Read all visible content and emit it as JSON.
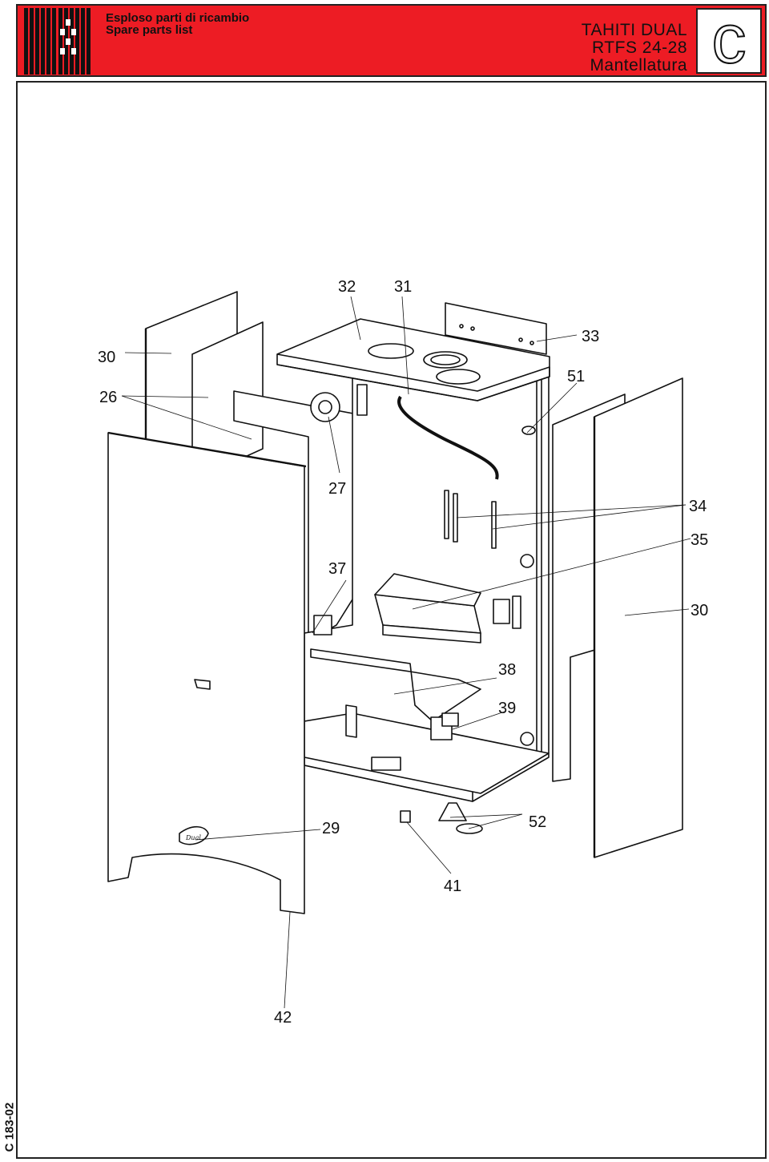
{
  "header": {
    "title_it": "Esploso parti di ricambio",
    "title_en": "Spare parts list",
    "model_line1": "TAHITI DUAL",
    "model_line2": "RTFS 24-28",
    "model_line3": "Mantellatura",
    "section_letter": "c"
  },
  "document_code": "C 183-02",
  "callouts": {
    "p26": "26",
    "p27": "27",
    "p29": "29",
    "p30a": "30",
    "p30b": "30",
    "p31": "31",
    "p32": "32",
    "p33": "33",
    "p34": "34",
    "p35": "35",
    "p37": "37",
    "p38": "38",
    "p39": "39",
    "p41": "41",
    "p42": "42",
    "p51": "51",
    "p52": "52"
  },
  "logo_text": "Dual"
}
